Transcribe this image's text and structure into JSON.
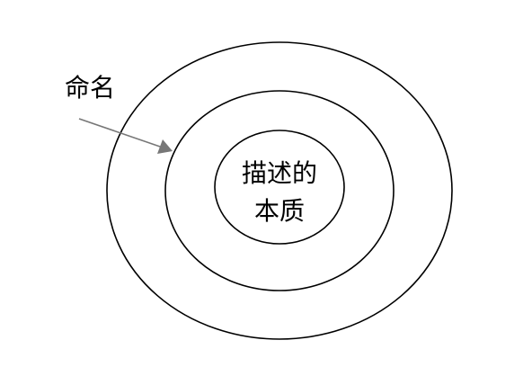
{
  "diagram": {
    "outer_label": "命名",
    "center_label_line1": "描述的",
    "center_label_line2": "本质",
    "ring_color": "#000000",
    "arrow_color": "#777777"
  }
}
